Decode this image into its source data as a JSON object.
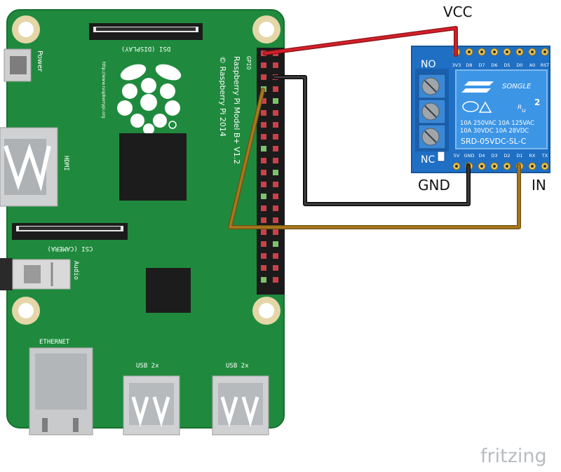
{
  "labels": {
    "vcc": "VCC",
    "gnd": "GND",
    "in": "IN",
    "brand": "fritzing"
  },
  "rpi": {
    "power": "Power",
    "dsi": "DSI (DISPLAY)",
    "csi": "CSI (CAMERA)",
    "hdmi": "HDMI",
    "audio": "Audio",
    "ethernet": "ETHERNET",
    "usb1": "USB 2x",
    "usb2": "USB 2x",
    "gpio": "GPIO",
    "model": "Raspberry Pi Model B+ V1.2",
    "copyright": "© Raspberry Pi 2014",
    "url": "http://www.raspberrypi.org"
  },
  "relay": {
    "no": "NO",
    "nc": "NC",
    "brand": "SONGLE",
    "spec1": "10A  250VAC   10A  125VAC",
    "spec2": "10A   30VDC   10A   28VDC",
    "model": "SRD-05VDC-SL-C",
    "num": "2",
    "top_pins": [
      "3V3",
      "D8",
      "D7",
      "D6",
      "D5",
      "D0",
      "A0",
      "RST"
    ],
    "bottom_pins": [
      "5V",
      "GND",
      "D4",
      "D3",
      "D2",
      "D1",
      "RX",
      "TX"
    ]
  },
  "colors": {
    "board": "#1f8a3d",
    "relay_board": "#1f6fc4",
    "wire_vcc": "#d3202a",
    "wire_gnd": "#222222",
    "wire_in": "#a7791d"
  }
}
